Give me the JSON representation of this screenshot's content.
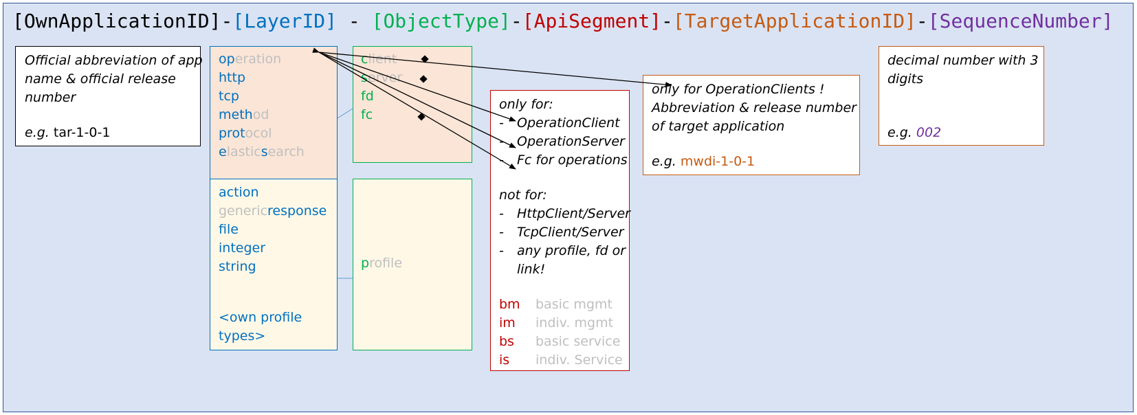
{
  "title": {
    "own": "[OwnApplicationID]",
    "sep1": "-",
    "layer": "[LayerID]",
    "sep2": " - ",
    "objtype": "[ObjectType]",
    "sep3": "-",
    "api": "[ApiSegment]",
    "sep4": "-",
    "target": "[TargetApplicationID]",
    "sep5": "-",
    "seq": "[SequenceNumber]"
  },
  "own_box": {
    "lines": [
      "Official abbreviation of app",
      "name & official release",
      "number"
    ],
    "eg_prefix": "e.g.",
    "eg_value": "tar-1-0-1"
  },
  "layer_top": [
    {
      "hi": "op",
      "lo": "eration"
    },
    {
      "hi": "http",
      "lo": ""
    },
    {
      "hi": "tcp",
      "lo": ""
    },
    {
      "hi": "meth",
      "lo": "od"
    },
    {
      "hi": "prot",
      "lo": "ocol"
    },
    {
      "pre": "e",
      "mid": "lastic",
      "hi2": "s",
      "post": "earch"
    }
  ],
  "layer_bottom": {
    "action": "action",
    "generic_lo": "generic",
    "generic_hi": "response",
    "file": "file",
    "integer": "integer",
    "string": "string",
    "own1": "<own profile",
    "own2": "types>"
  },
  "obj_top": [
    {
      "hi": "c",
      "lo": "lient"
    },
    {
      "hi": "s",
      "lo": "erver"
    },
    {
      "hi": "fd",
      "lo": ""
    },
    {
      "hi": "fc",
      "lo": ""
    }
  ],
  "obj_bottom": {
    "hi": "p",
    "lo": "rofile"
  },
  "api_box": {
    "only_for": "only for:",
    "only_items": [
      "OperationClient",
      "OperationServer",
      "Fc for operations"
    ],
    "not_for": "not for:",
    "not_items": [
      "HttpClient/Server",
      "TcpClient/Server",
      "any profile, fd or",
      "link!"
    ],
    "dash": "-",
    "segments": [
      {
        "code": "bm",
        "desc": "basic mgmt"
      },
      {
        "code": "im",
        "desc": "indiv. mgmt"
      },
      {
        "code": "bs",
        "desc": "basic service"
      },
      {
        "code": "is",
        "desc": "indiv. Service"
      }
    ]
  },
  "target_box": {
    "lines": [
      "only for OperationClients !",
      "Abbreviation & release number",
      "of target application"
    ],
    "eg_prefix": "e.g.",
    "eg_value": "mwdi-1-0-1"
  },
  "seq_box": {
    "lines": [
      "decimal number with 3",
      "digits"
    ],
    "eg_prefix": "e.g.",
    "eg_value": "002"
  },
  "colors": {
    "background": "#dae3f3",
    "layer": "#0070c0",
    "objtype": "#00b050",
    "api": "#c00000",
    "target": "#c55a11",
    "seq": "#7030a0",
    "inactive": "#bfbfbf",
    "peach": "#fbe5d6",
    "cream": "#fff8e6"
  }
}
